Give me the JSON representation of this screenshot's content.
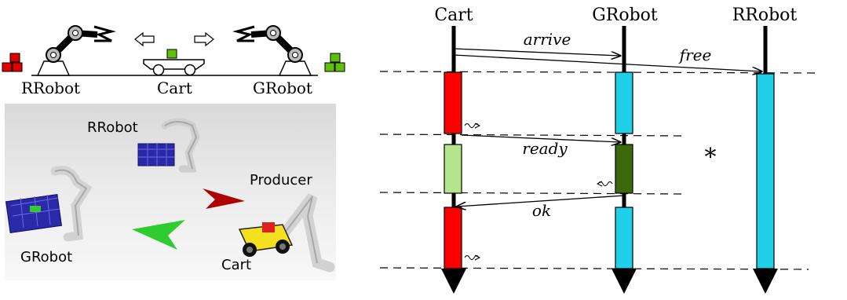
{
  "schematic": {
    "left_robot_label": "RRobot",
    "cart_label": "Cart",
    "right_robot_label": "GRobot",
    "left_block_color": "#e00000",
    "cart_block_color": "#5fc10a",
    "right_block_color": "#5fc10a"
  },
  "photo": {
    "rrobot_label": "RRobot",
    "producer_label": "Producer",
    "grobot_label": "GRobot",
    "cart_label": "Cart",
    "red_arrow_color": "#b00000",
    "green_arrow_color": "#2ecc2e"
  },
  "sequence": {
    "lifelines": [
      "Cart",
      "GRobot",
      "RRobot"
    ],
    "messages": [
      "arrive",
      "free",
      "ready",
      "ok"
    ],
    "star_label": "*",
    "colors": {
      "red": "#ff0000",
      "cyan": "#20d0e8",
      "light_green": "#b4e58c",
      "dark_green": "#3c6a0a"
    }
  }
}
